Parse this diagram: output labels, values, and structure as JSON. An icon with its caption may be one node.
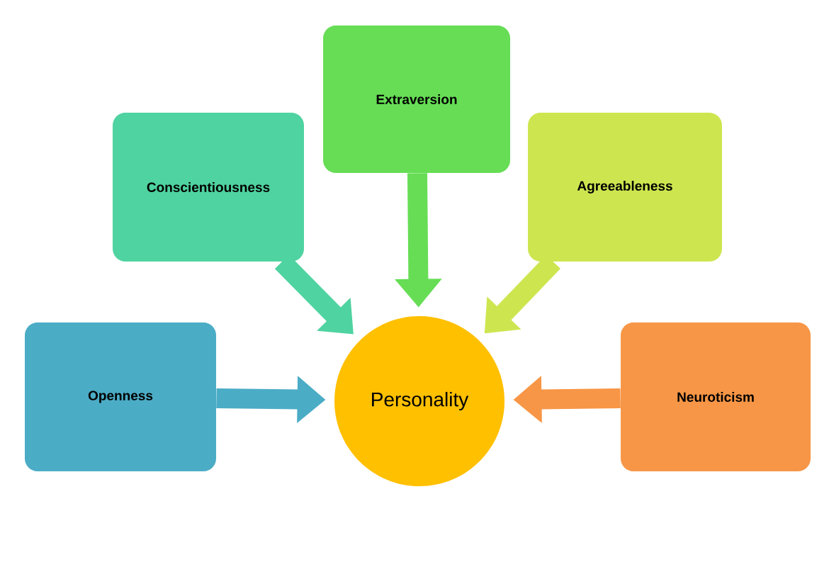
{
  "diagram": {
    "nodes": [
      {
        "text": [
          "Openness"
        ]
      },
      {
        "text": [
          "Conscientiousness"
        ]
      },
      {
        "text": [
          "Extraversion"
        ]
      },
      {
        "text": [
          "Agreeableness"
        ]
      },
      {
        "text": [
          "Neuroticism"
        ]
      },
      {
        "text": [
          "Personality"
        ]
      }
    ],
    "edges": [
      {
        "from": 0,
        "to": 5,
        "arrow": "to",
        "color": "#4bacc6"
      },
      {
        "from": 1,
        "to": 5,
        "arrow": "to",
        "color": "#4fd3a0"
      },
      {
        "from": 2,
        "to": 5,
        "arrow": "to",
        "color": "#66dd55"
      },
      {
        "from": 3,
        "to": 5,
        "arrow": "to",
        "color": "#cde64f"
      },
      {
        "from": 4,
        "to": 5,
        "arrow": "to",
        "color": "#f79646"
      }
    ]
  }
}
